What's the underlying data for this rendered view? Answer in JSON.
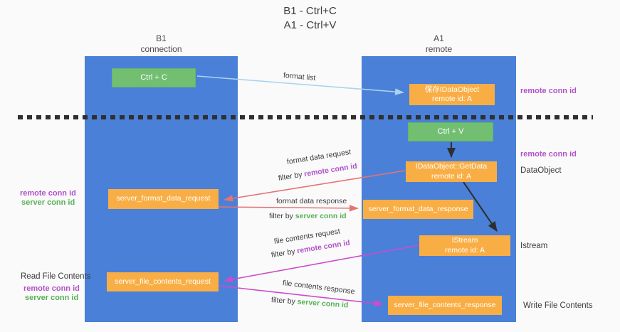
{
  "title": {
    "line1": "B1 - Ctrl+C",
    "line2": "A1 - Ctrl+V"
  },
  "lanes": {
    "left": {
      "title": "B1",
      "subtitle": "connection"
    },
    "right": {
      "title": "A1",
      "subtitle": "remote"
    }
  },
  "boxes": {
    "ctrl_c": {
      "label": "Ctrl + C"
    },
    "save_idataobject": {
      "line1": "保存IDataObject",
      "line2": "remote id: A"
    },
    "ctrl_v": {
      "label": "Ctrl + V"
    },
    "idataobject_getdata": {
      "line1": "IDataObject::GetData",
      "line2": "remote id: A"
    },
    "istream": {
      "line1": "IStream",
      "line2": "remote id: A"
    },
    "server_format_data_request": {
      "label": "server_format_data_request"
    },
    "server_format_data_response": {
      "label": "server_format_data_response"
    },
    "server_file_contents_request": {
      "label": "server_file_contents_request"
    },
    "server_file_contents_response": {
      "label": "server_file_contents_response"
    }
  },
  "flow_labels": {
    "format_list": "format list",
    "format_data_request": "format data request",
    "format_data_request_filter_prefix": "filter by ",
    "format_data_request_filter_key": "remote conn id",
    "format_data_response": "format data response",
    "format_data_response_filter_prefix": "filter by ",
    "format_data_response_filter_key": "server conn id",
    "file_contents_request": "file contents request",
    "file_contents_request_filter_prefix": "filter by ",
    "file_contents_request_filter_key": "remote conn id",
    "file_contents_response": "file contents response",
    "file_contents_response_filter_prefix": "filter by ",
    "file_contents_response_filter_key": "server conn id"
  },
  "side_labels": {
    "right_remote_conn_id_top": "remote conn id",
    "right_remote_conn_id_mid": "remote conn id",
    "right_dataobject": "DataObject",
    "right_istream": "Istream",
    "right_write_file_contents": "Write File Contents",
    "left_remote_conn_id_format": "remote conn id",
    "left_server_conn_id_format": "server conn id",
    "left_read_file_contents": "Read File Contents",
    "left_remote_conn_id_file": "remote conn id",
    "left_server_conn_id_file": "server conn id"
  },
  "colors": {
    "lane_blue": "#4a80d8",
    "box_orange": "#f9ae45",
    "box_green": "#72bf72",
    "remote_conn_id_purple": "#b052c8",
    "server_conn_id_green": "#55b155",
    "format_arrow_red": "#e57373",
    "file_arrow_magenta": "#cc4ccc",
    "format_list_arrow_blue": "#a9d3ee",
    "black_arrow": "#2f2f2f",
    "background": "#fafafa"
  }
}
